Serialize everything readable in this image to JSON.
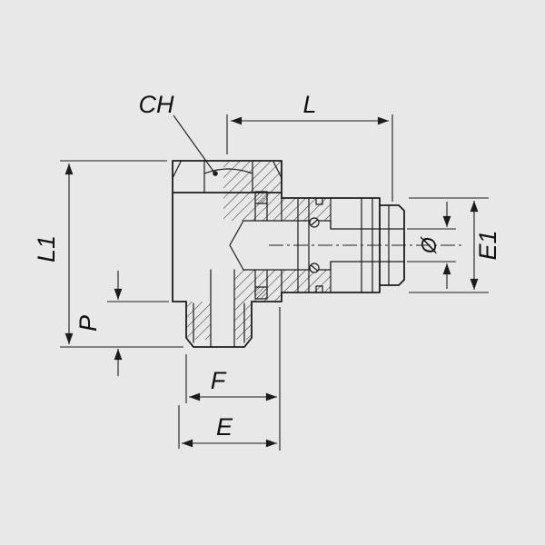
{
  "figure": {
    "background_color": "#e8e8e8",
    "line_color": "#1c1c1c",
    "labels": {
      "ch": "CH",
      "l": "L",
      "l1": "L1",
      "p": "P",
      "f": "F",
      "e": "E",
      "e1": "E1",
      "diameter": "Ø"
    }
  }
}
